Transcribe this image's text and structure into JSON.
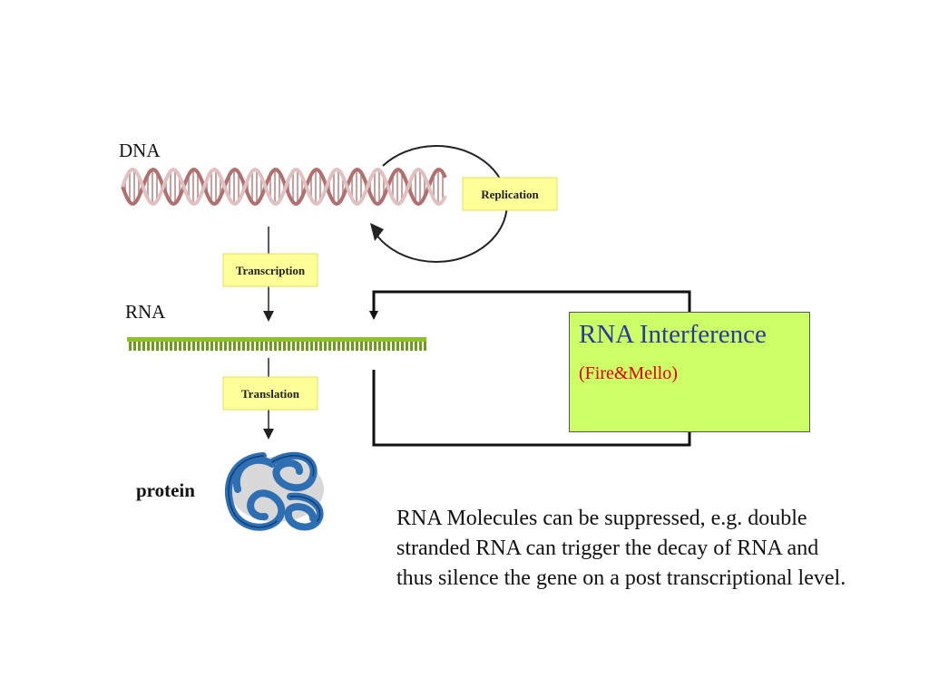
{
  "labels": {
    "dna": "DNA",
    "rna": "RNA",
    "protein": "protein",
    "replication": "Replication",
    "transcription": "Transcription",
    "translation": "Translation"
  },
  "rnai": {
    "title": "RNA Interference",
    "subtitle": "(Fire&Mello)"
  },
  "caption": "RNA Molecules can be suppressed, e.g. double stranded RNA can trigger the decay of RNA and thus silence the gene on a post transcriptional level.",
  "colors": {
    "label_box": "#ffff99",
    "rnai_box": "#ccff66",
    "rnai_title": "#2a3a9c",
    "rnai_subtitle": "#dd0000",
    "protein": "#2e6fb3",
    "rna_strand": "#6b9a1e"
  }
}
